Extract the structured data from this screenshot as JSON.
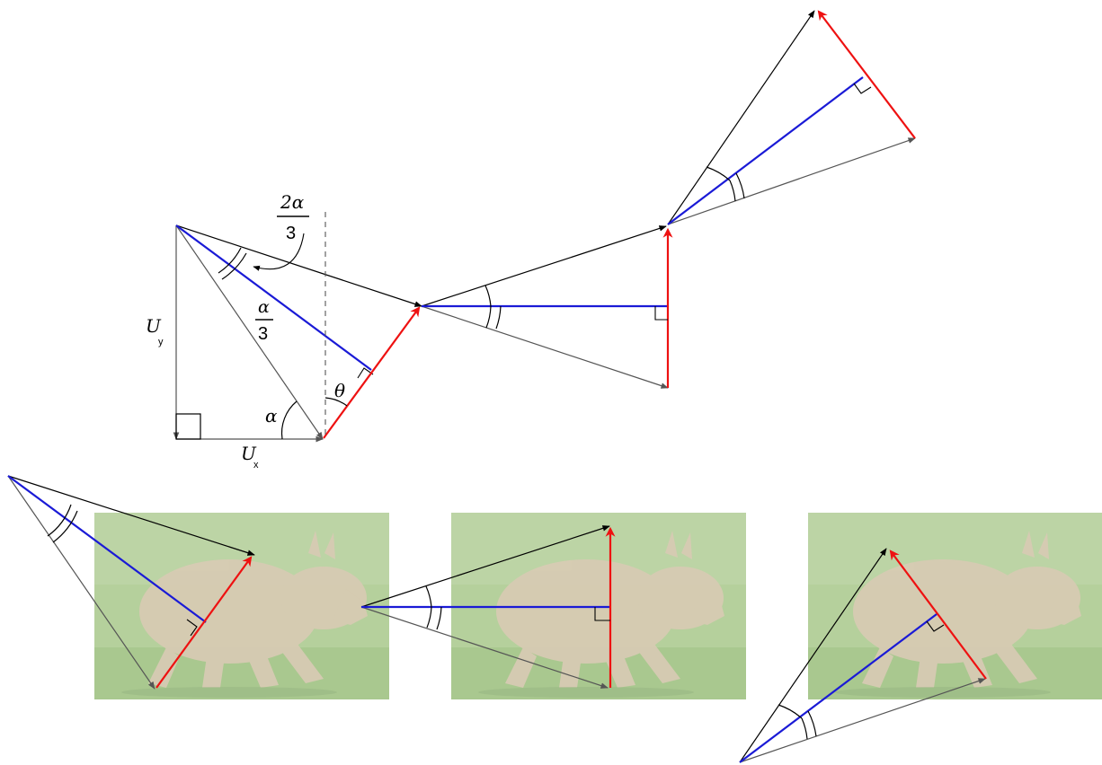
{
  "labels": {
    "ux_main": "U",
    "ux_sub": "x",
    "uy_main": "U",
    "uy_sub": "y",
    "alpha": "α",
    "theta": "θ",
    "alpha3_num": "α",
    "alpha3_den": "3",
    "two_alpha3_num": "2α",
    "two_alpha3_den": "3"
  },
  "colors": {
    "blue": "#1a1ad6",
    "red": "#ee1111",
    "black": "#000000",
    "gray": "#555555",
    "grass": "#8cb870"
  },
  "photos": [
    {
      "name": "rhino-photo-1",
      "subject": "rhino"
    },
    {
      "name": "rhino-photo-2",
      "subject": "rhino"
    },
    {
      "name": "rhino-photo-3",
      "subject": "rhino"
    }
  ]
}
